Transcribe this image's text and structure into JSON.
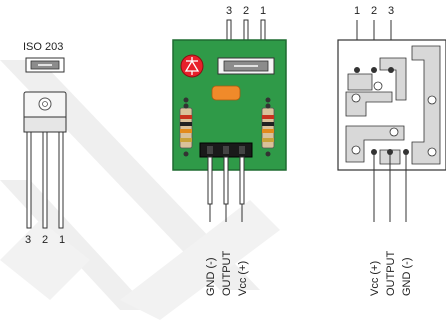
{
  "component": {
    "package_label": "ISO 203",
    "pin_numbers_bottom": [
      "3",
      "2",
      "1"
    ]
  },
  "pcb_component_view": {
    "pin_numbers_top": [
      "3",
      "2",
      "1"
    ],
    "connectors": [
      "GND (-)",
      "OUTPUT",
      "Vcc (+)"
    ]
  },
  "pcb_track_view": {
    "pin_numbers_top": [
      "1",
      "2",
      "3"
    ],
    "connectors": [
      "Vcc (+)",
      "OUTPUT",
      "GND (-)"
    ]
  },
  "colors": {
    "pcb_green": "#2f9a48",
    "pcb_outline": "#1f6b30",
    "pad_grey": "#d8d8d8",
    "led_red": "#e8202a",
    "capacitor_orange": "#f08a2a",
    "watermark_grey": "#ececec"
  },
  "icons": [
    "diode-symbol-icon"
  ]
}
